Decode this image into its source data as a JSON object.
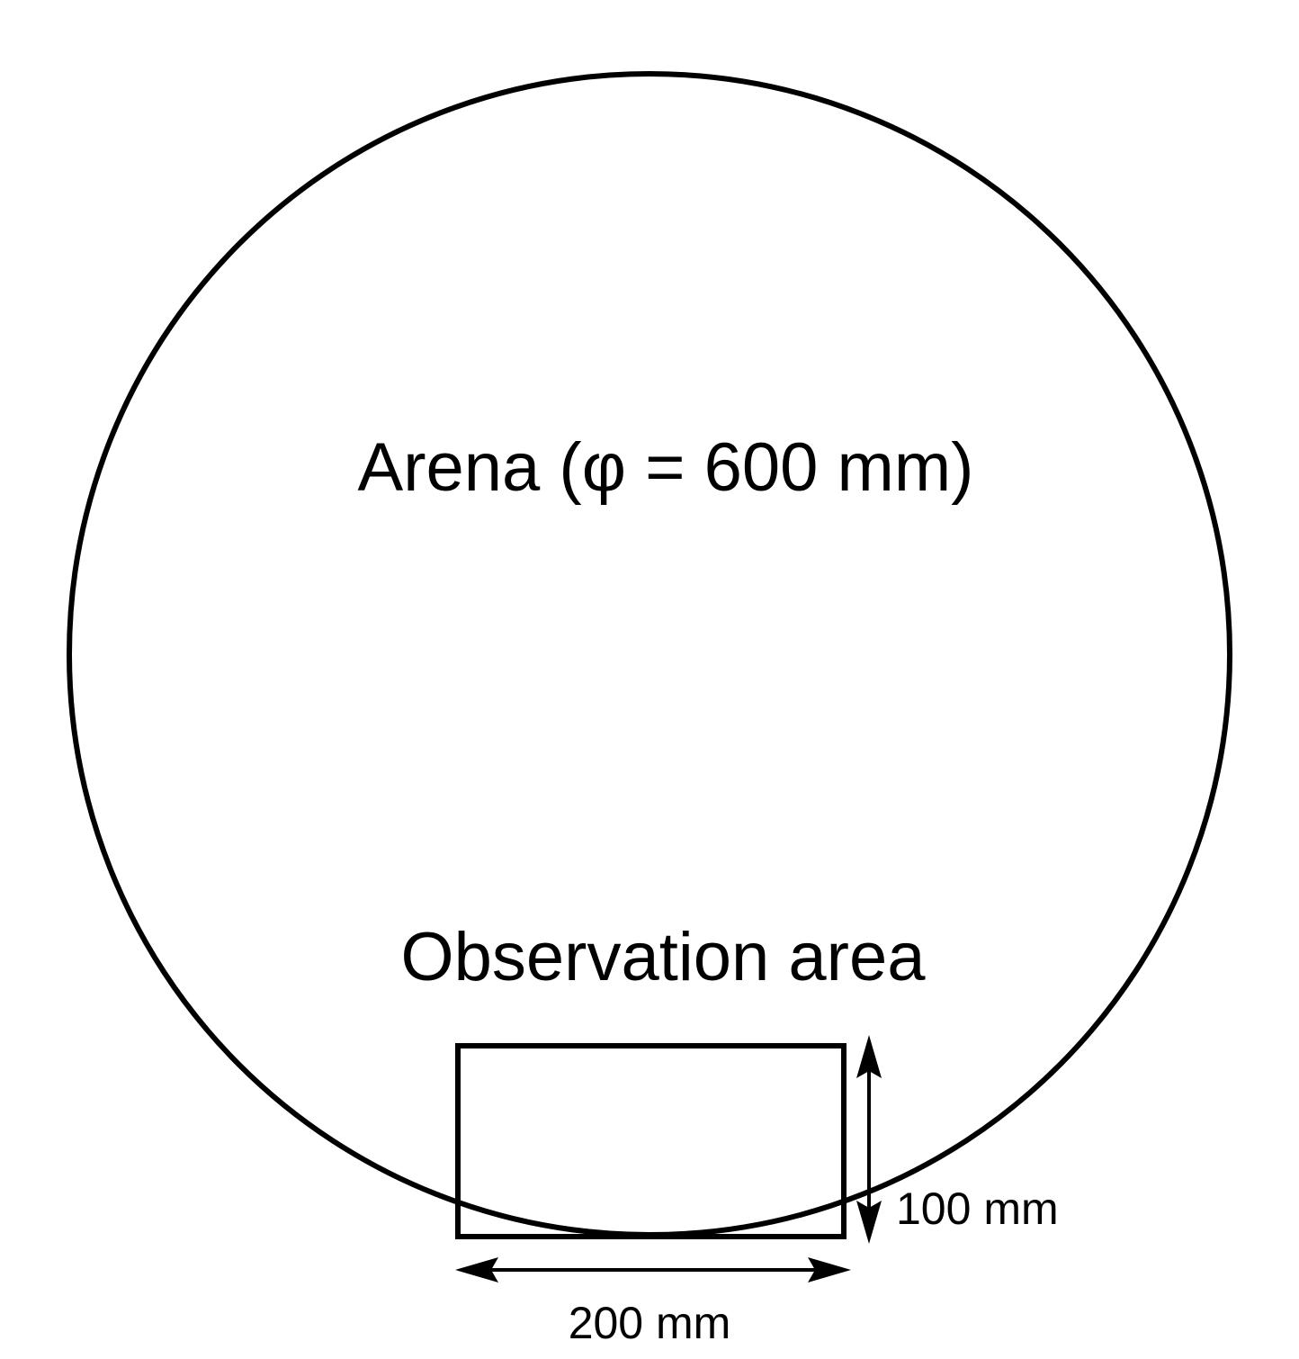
{
  "diagram": {
    "arena_label": "Arena (φ = 600 mm)",
    "observation_label": "Observation area",
    "height_dimension": "100 mm",
    "width_dimension": "200 mm"
  },
  "colors": {
    "stroke": "#000000",
    "background": "#ffffff"
  }
}
